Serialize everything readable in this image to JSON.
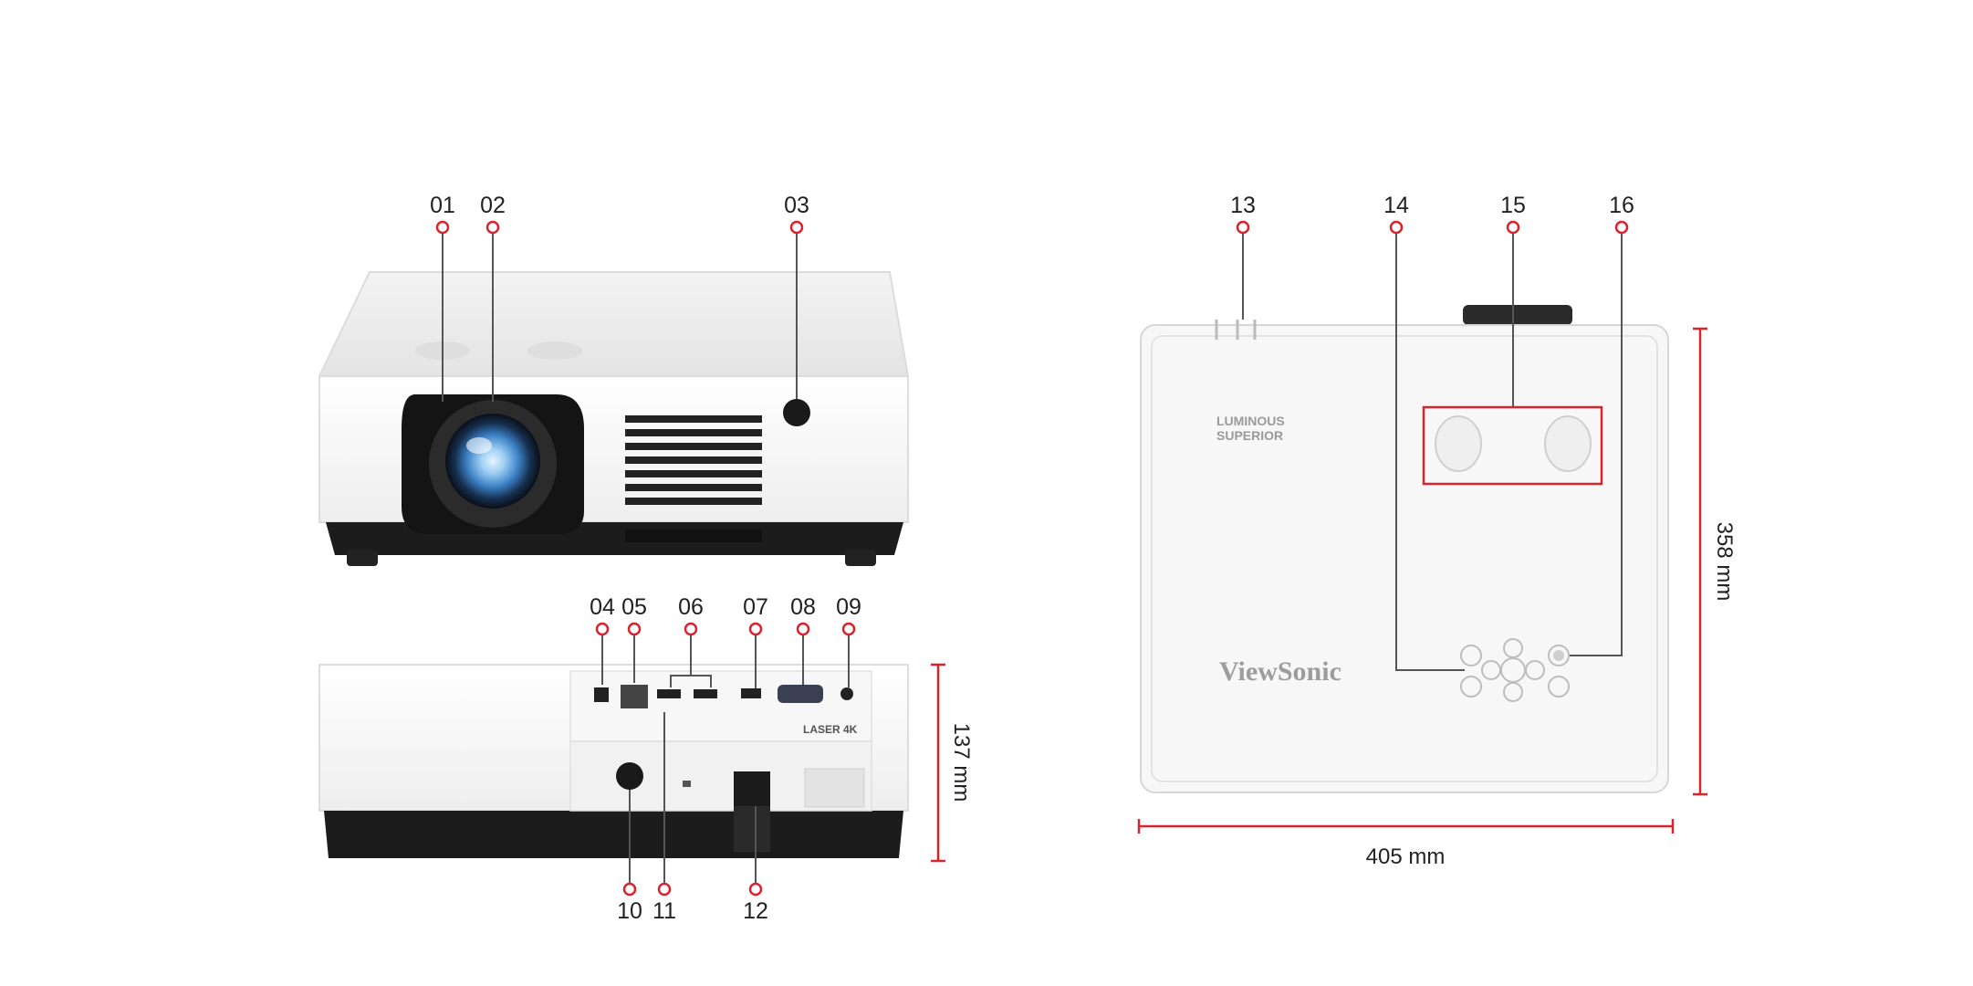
{
  "colors": {
    "accent": "#d9232e",
    "body": "#ffffff",
    "body_shadow": "#e6e6e6",
    "base": "#1c1c1c",
    "line": "#555555"
  },
  "callouts": {
    "c01": "01",
    "c02": "02",
    "c03": "03",
    "c04": "04",
    "c05": "05",
    "c06": "06",
    "c07": "07",
    "c08": "08",
    "c09": "09",
    "c10": "10",
    "c11": "11",
    "c12": "12",
    "c13": "13",
    "c14": "14",
    "c15": "15",
    "c16": "16"
  },
  "dimensions": {
    "height": "137 mm",
    "width": "405 mm",
    "depth": "358 mm"
  },
  "top_view": {
    "brand": "ViewSonic",
    "badge_line1": "LUMINOUS",
    "badge_line2": "SUPERIOR"
  },
  "rear_view": {
    "laser_badge": "LASER 4K"
  },
  "icons": [
    "projector-lens-icon",
    "ir-receiver-icon",
    "power-socket-icon",
    "speaker-grille-icon"
  ]
}
